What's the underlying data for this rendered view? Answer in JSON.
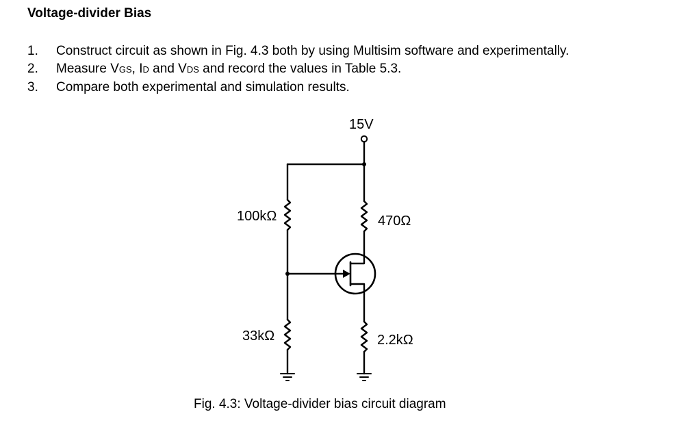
{
  "title": "Voltage-divider Bias",
  "steps": [
    {
      "num": "1.",
      "text": "Construct circuit as shown in Fig. 4.3 both by using Multisim software and experimentally."
    },
    {
      "num": "2.",
      "parts": [
        "Measure V",
        "GS",
        ", I",
        "D",
        " and V",
        "DS",
        " and record the values in Table 5.3."
      ]
    },
    {
      "num": "3.",
      "text": "Compare both experimental and simulation results."
    }
  ],
  "circuit": {
    "supply_label": "15V",
    "r1_label": "100kΩ",
    "r2_label": "33kΩ",
    "rd_label": "470Ω",
    "rs_label": "2.2kΩ"
  },
  "caption": "Fig. 4.3: Voltage-divider bias circuit diagram"
}
